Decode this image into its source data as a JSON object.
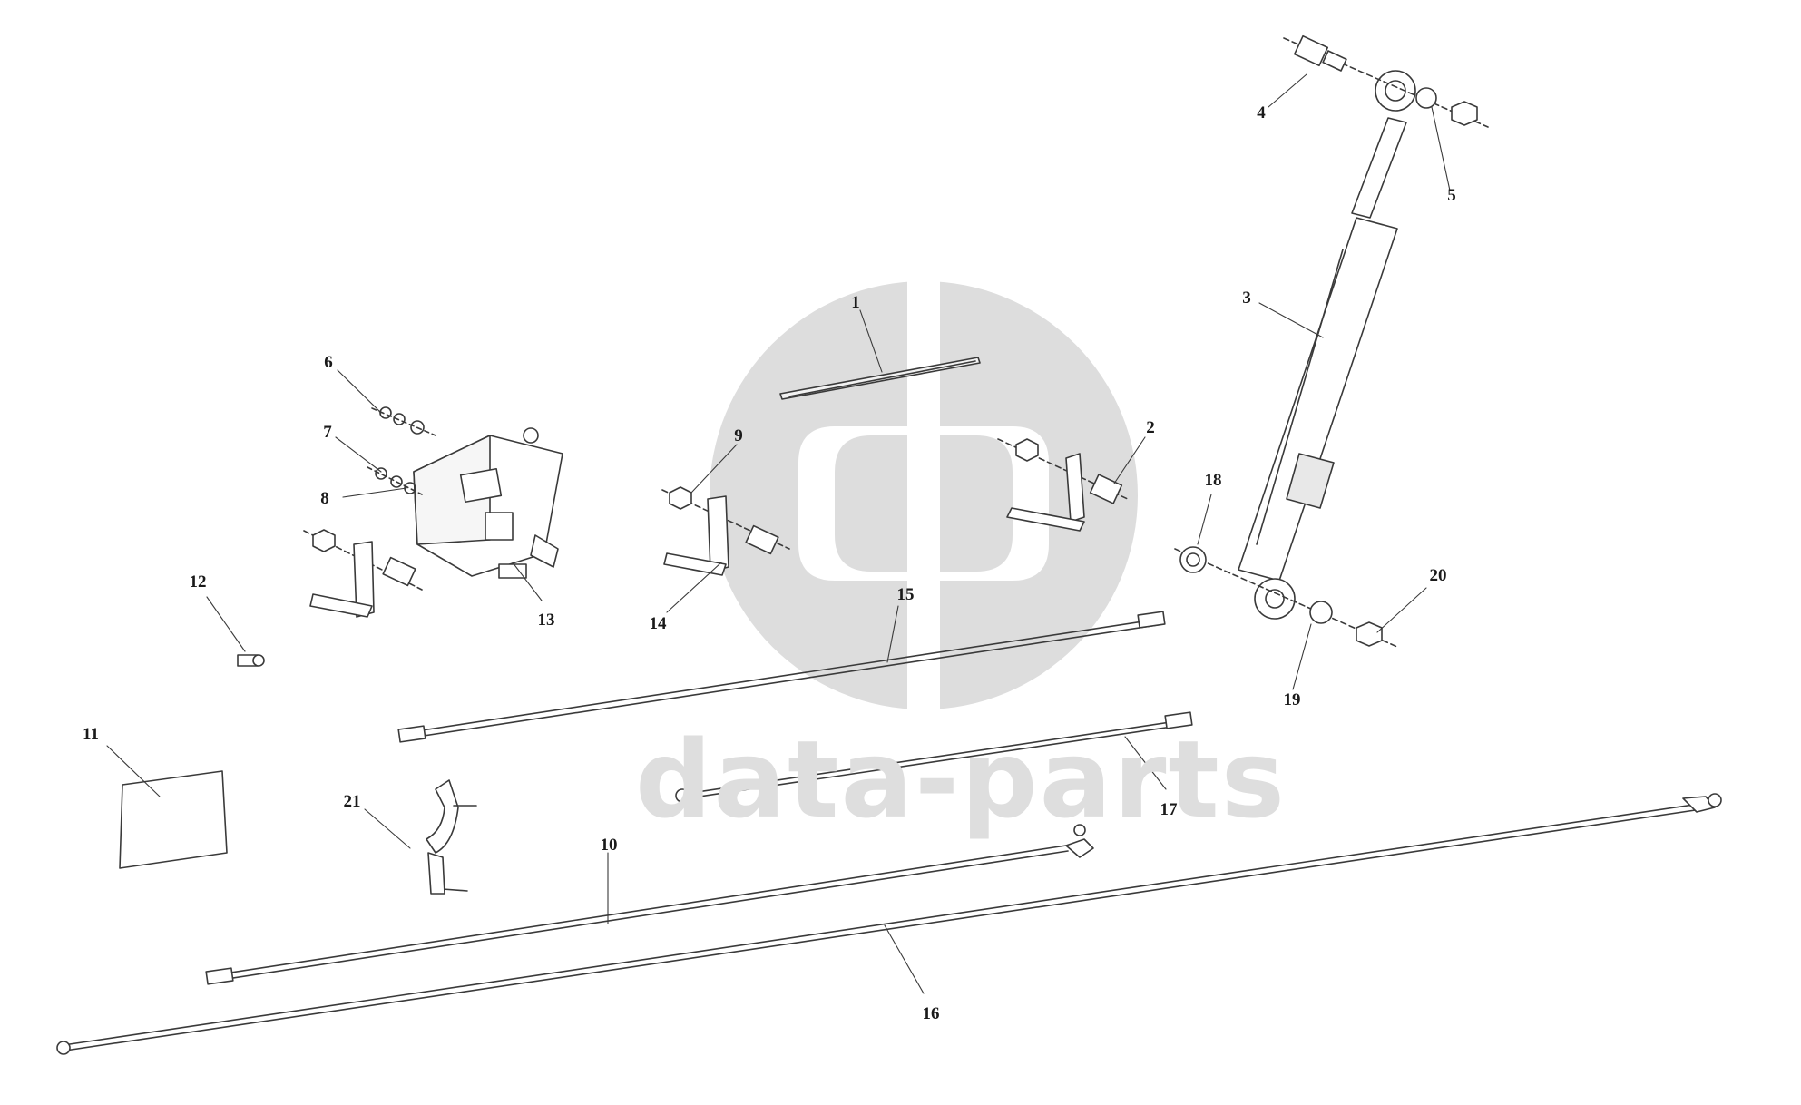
{
  "diagram": {
    "title": "",
    "watermark": {
      "brand": "data-parts"
    },
    "corner_mark": "",
    "colors": {
      "line": "#3a3a3a",
      "watermark": "#dedede",
      "text": "#1a1a1a"
    },
    "callouts": {
      "c1": "1",
      "c2": "2",
      "c3": "3",
      "c4": "4",
      "c5": "5",
      "c6": "6",
      "c7": "7",
      "c8": "8",
      "c9": "9",
      "c10": "10",
      "c11": "11",
      "c12": "12",
      "c13": "13",
      "c14": "14",
      "c15": "15",
      "c16": "16",
      "c17": "17",
      "c18": "18",
      "c19": "19",
      "c20": "20",
      "c21": "21"
    }
  }
}
